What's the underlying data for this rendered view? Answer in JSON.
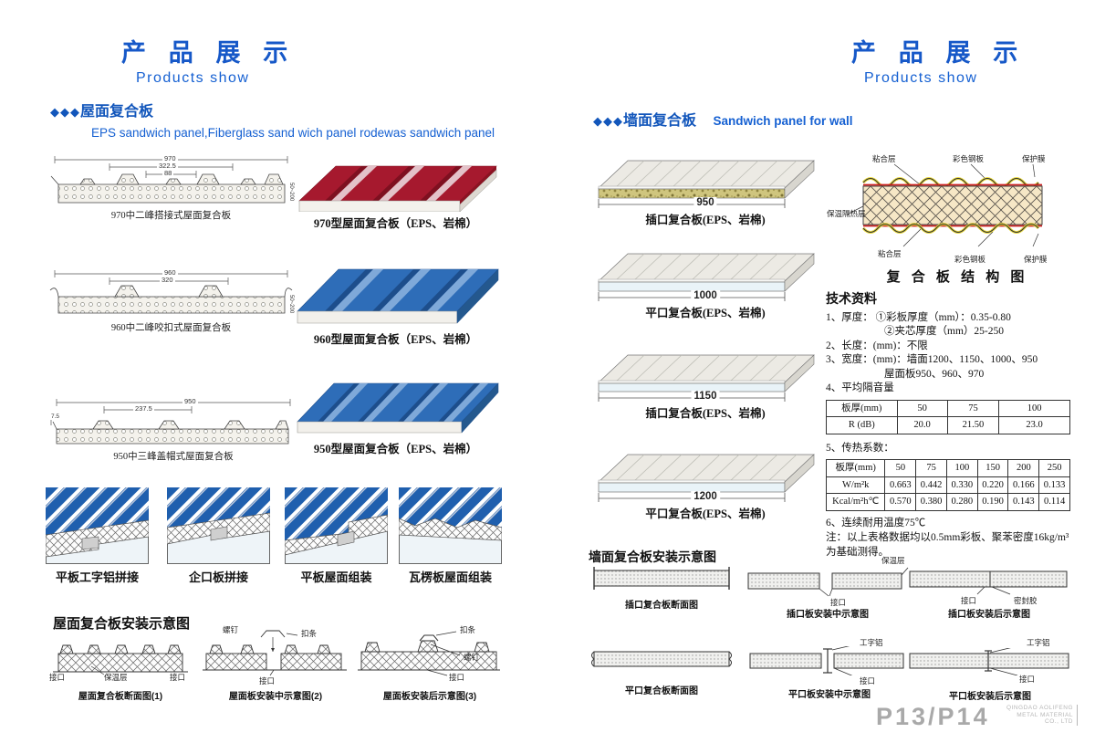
{
  "page_left": {
    "header": {
      "title": "产 品 展 示",
      "subtitle": "Products show"
    },
    "section": {
      "diamonds": "◆◆◆",
      "title": "屋面复合板",
      "subtitle": "EPS sandwich panel,Fiberglass sand wich panel rodewas  sandwich panel"
    },
    "cross_sections": [
      {
        "caption": "970中二峰搭接式屋面复合板",
        "dim_total": "970",
        "dim_mid": "322.5",
        "dim_inner": "88",
        "dim_side": "50~200"
      },
      {
        "caption": "960中二峰咬扣式屋面复合板",
        "dim_total": "960",
        "dim_mid": "320",
        "dim_side": "50~200"
      },
      {
        "caption": "950中三峰盖帽式屋面复合板",
        "dim_total": "950",
        "dim_mid": "237.5",
        "dim_left": "7.5"
      }
    ],
    "panels_3d": [
      {
        "caption": "970型屋面复合板（EPS、岩棉）"
      },
      {
        "caption": "960型屋面复合板（EPS、岩棉）"
      },
      {
        "caption": "950型屋面复合板（EPS、岩棉）"
      }
    ],
    "joint_details": [
      {
        "caption": "平板工字铝拼接"
      },
      {
        "caption": "企口板拼接"
      },
      {
        "caption": "平板屋面组装"
      },
      {
        "caption": "瓦楞板屋面组装"
      }
    ],
    "install": {
      "title": "屋面复合板安装示意图",
      "diagrams": [
        {
          "caption": "屋面复合板断面图(1)",
          "label1": "接口",
          "label2": "保温层",
          "label3": "接口"
        },
        {
          "caption": "屋面板安装中示意图(2)",
          "label1": "螺钉",
          "label2": "扣条",
          "label3": "接口"
        },
        {
          "caption": "屋面板安装后示意图(3)",
          "label1": "扣条",
          "label2": "螺钉",
          "label3": "接口"
        }
      ]
    }
  },
  "page_right": {
    "header": {
      "title": "产 品 展 示",
      "subtitle": "Products show"
    },
    "section": {
      "diamonds": "◆◆◆",
      "title": "墙面复合板",
      "subtitle": "Sandwich panel for wall"
    },
    "wall_panels": [
      {
        "dim": "950",
        "caption": "插口复合板(EPS、岩棉)"
      },
      {
        "dim": "1000",
        "caption": "平口复合板(EPS、岩棉)"
      },
      {
        "dim": "1150",
        "caption": "插口复合板(EPS、岩棉)"
      },
      {
        "dim": "1200",
        "caption": "平口复合板(EPS、岩棉)"
      }
    ],
    "structure": {
      "caption": "复 合 板 结 构 图",
      "top_left": "粘合层",
      "top_mid": "彩色钢板",
      "top_right": "保护膜",
      "left": "保温隔热层",
      "bottom_left": "粘合层",
      "bottom_mid": "彩色钢板",
      "bottom_right": "保护膜"
    },
    "tech": {
      "title": "技术资料",
      "line1": "1、厚度：  ①彩板厚度（mm）：0.35-0.80",
      "line2": "②夹芯厚度（mm）25-250",
      "line3": "2、长度：(mm)：不限",
      "line4": "3、宽度：(mm)：墙面1200、1150、1000、950",
      "line5": "屋面板950、960、970",
      "line6": "4、平均隔音量",
      "sound_table": {
        "rows": [
          [
            "板厚(mm)",
            "50",
            "75",
            "100"
          ],
          [
            "R (dB)",
            "20.0",
            "21.50",
            "23.0"
          ]
        ]
      },
      "line7": "5、传热系数：",
      "heat_table": {
        "rows": [
          [
            "板厚(mm)",
            "50",
            "75",
            "100",
            "150",
            "200",
            "250"
          ],
          [
            "W/m²k",
            "0.663",
            "0.442",
            "0.330",
            "0.220",
            "0.166",
            "0.133"
          ],
          [
            "Kcal/m²h℃",
            "0.570",
            "0.380",
            "0.280",
            "0.190",
            "0.143",
            "0.114"
          ]
        ]
      },
      "line8": "6、连续耐用温度75℃",
      "note": "注：以上表格数据均以0.5mm彩板、聚苯密度16kg/m³为基础测得。"
    },
    "install": {
      "title": "墙面复合板安装示意图",
      "row1": [
        {
          "caption": "插口复合板断面图"
        },
        {
          "caption": "插口板安装中示意图",
          "label_top": "保温层",
          "label_bottom": "接口"
        },
        {
          "caption": "插口板安装后示意图",
          "label_top": "接口",
          "label_bottom": "密封胶"
        }
      ],
      "row2": [
        {
          "caption": "平口复合板断面图"
        },
        {
          "caption": "平口板安装中示意图",
          "label_top": "工字铝",
          "label_bottom": "接口"
        },
        {
          "caption": "平口板安装后示意图",
          "label_top": "工字铝",
          "label_bottom": "接口"
        }
      ]
    }
  },
  "footer": {
    "page_no": "P13/P14",
    "company_line1": "QINGDAO AOLIFENG",
    "company_line2": "METAL MATERIAL",
    "company_line3": "CO., LTD"
  },
  "colors": {
    "accent_blue": "#1256bb",
    "panel_red": "#a6192e",
    "panel_blue": "#2e6db8",
    "rockwool": "#cfc57e",
    "eps_core": "#e9f3f8",
    "footer_gray": "#a9a9a9"
  }
}
